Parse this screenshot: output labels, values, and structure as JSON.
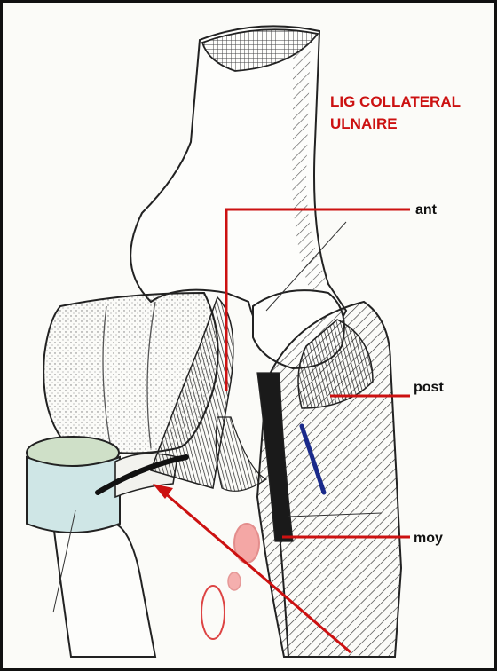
{
  "title": {
    "line1": "LIG COLLATERAL",
    "line2": "ULNAIRE"
  },
  "labels": {
    "ant": "ant",
    "post": "post",
    "moy": "moy"
  },
  "colors": {
    "accent": "#cc1111",
    "outline": "#222222",
    "cartilage": "#cfe6e6",
    "vessel": "#1a2a8a"
  }
}
